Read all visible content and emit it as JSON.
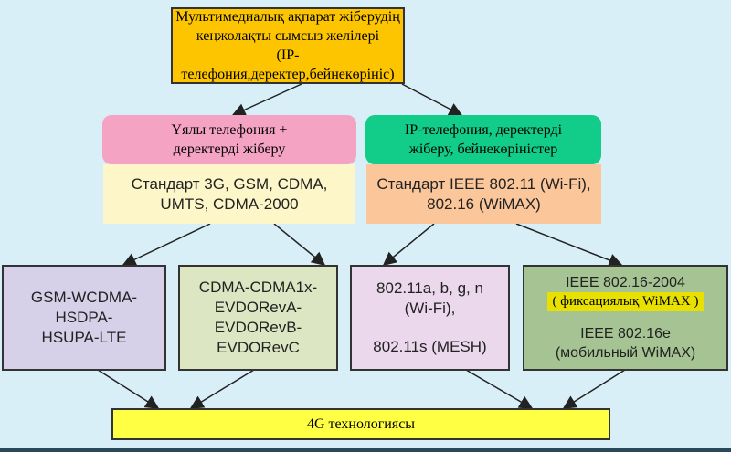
{
  "top": {
    "lines": [
      "Мультимедиалық ақпарат жіберудің",
      "кеңжолақты сымсыз желілері",
      "(IP-телефония,деректер,бейнекөрініс)"
    ]
  },
  "left_branch": {
    "title_lines": [
      "Ұялы телефония +",
      "деректерді жіберу"
    ],
    "standard_lines": [
      "Стандарт 3G, GSM, CDMA,",
      "UMTS, CDMA-2000"
    ]
  },
  "right_branch": {
    "title_lines": [
      "IP-телефония, деректерді",
      "жіберу, бейнекөріністер"
    ],
    "standard_lines": [
      "Стандарт IEEE 802.11 (Wi-Fi),",
      "802.16 (WiMAX)"
    ]
  },
  "tech": [
    {
      "lines": [
        "GSM-WCDMA-",
        "HSDPA-",
        "HSUPA-LTE"
      ]
    },
    {
      "lines": [
        "CDMA-CDMA1x-",
        "EVDORevA-",
        "EVDORevB-",
        "EVDORevC"
      ]
    },
    {
      "lines": [
        "802.11a, b, g, n",
        "(Wi-Fi),",
        "",
        "802.11s (MESH)"
      ]
    },
    {
      "lines": [
        "IEEE 802.16-2004",
        "( фиксациялық WiMAX )",
        "",
        "IEEE 802.16e",
        "(мобильный WiMAX)"
      ]
    }
  ],
  "bottom": {
    "label": "4G  технологиясы"
  }
}
